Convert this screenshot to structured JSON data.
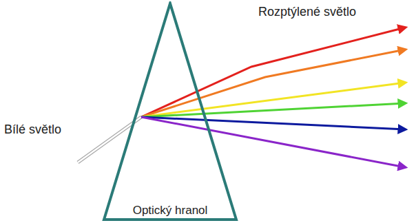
{
  "diagram": {
    "nodes": [
      {
        "text": [
          "Optický hranol"
        ]
      }
    ],
    "labels": [
      "Rozptýlené světlo",
      "Bílé světlo"
    ]
  }
}
